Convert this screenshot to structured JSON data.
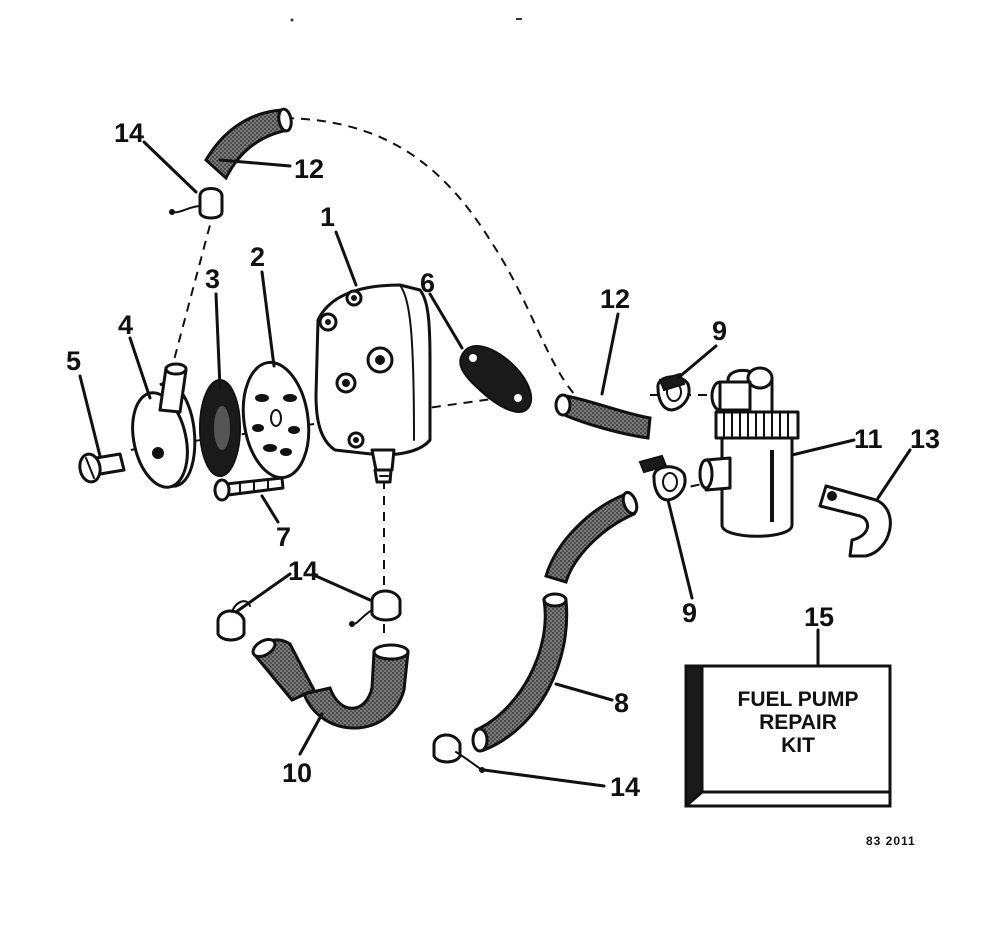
{
  "callouts": {
    "c1": "1",
    "c2": "2",
    "c3": "3",
    "c4": "4",
    "c5": "5",
    "c6": "6",
    "c7": "7",
    "c8": "8",
    "c9a": "9",
    "c9b": "9",
    "c10": "10",
    "c11": "11",
    "c12a": "12",
    "c12b": "12",
    "c13": "13",
    "c14a": "14",
    "c14b": "14",
    "c14c": "14",
    "c15": "15"
  },
  "kit": {
    "line1": "FUEL PUMP",
    "line2": "REPAIR",
    "line3": "KIT"
  },
  "drawing_code": "83 2011"
}
